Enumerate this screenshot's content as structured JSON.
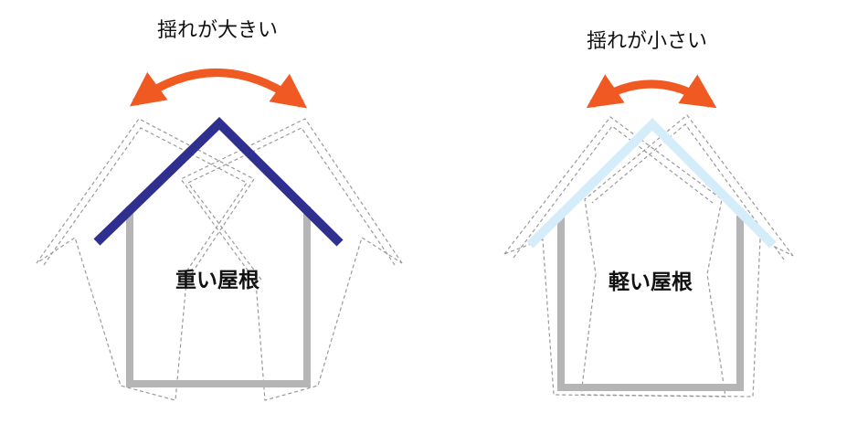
{
  "diagram": {
    "left": {
      "sway_label": "揺れが大きい",
      "house_label": "重い屋根"
    },
    "right": {
      "sway_label": "揺れが小さい",
      "house_label": "軽い屋根"
    }
  },
  "colors": {
    "sway_arrow": "#f05a22",
    "heavy_roof": "#2e2f8f",
    "light_roof": "#d5edf8",
    "wall": "#b5b5b5",
    "ghost_outline": "#9a9a9a"
  }
}
